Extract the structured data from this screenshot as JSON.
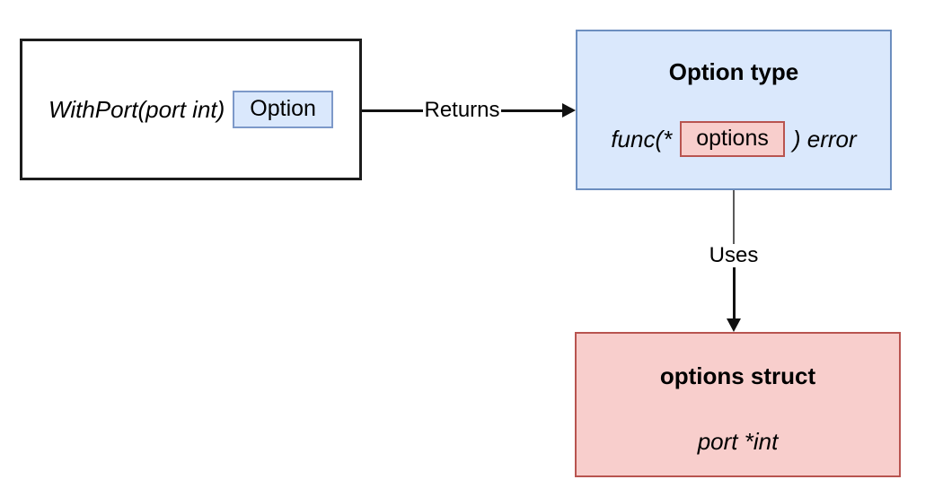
{
  "colors": {
    "blue_fill": "#dae8fc",
    "blue_stroke": "#6c8ebf",
    "red_fill": "#f8cecc",
    "red_stroke": "#b85450",
    "line_color": "#111111",
    "text_color": "#000000"
  },
  "nodes": {
    "withport": {
      "signature": "WithPort(port int)",
      "return_chip": "Option"
    },
    "option_type": {
      "title": "Option type",
      "sig_prefix": "func(*",
      "sig_chip": "options",
      "sig_suffix": ") error"
    },
    "options_struct": {
      "title": "options struct",
      "field": "port *int"
    }
  },
  "edges": {
    "returns": {
      "label": "Returns"
    },
    "uses": {
      "label": "Uses"
    }
  }
}
